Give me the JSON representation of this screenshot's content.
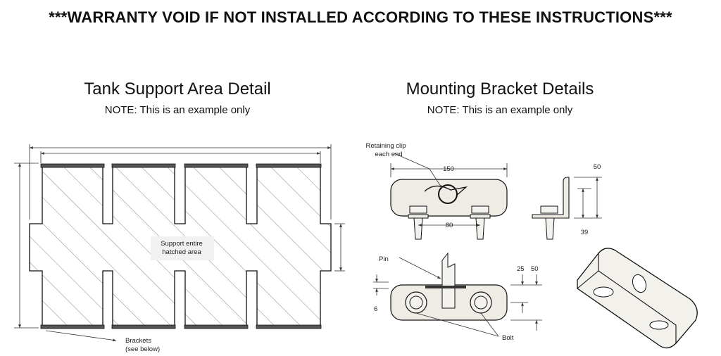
{
  "warning": "***WARRANTY VOID IF NOT INSTALLED ACCORDING TO THESE INSTRUCTIONS***",
  "left": {
    "heading": "Tank Support Area Detail",
    "note": "NOTE: This is an example only",
    "support_label_line1": "Support entire",
    "support_label_line2": "hatched area",
    "brackets_label_line1": "Brackets",
    "brackets_label_line2": "(see below)"
  },
  "right": {
    "heading": "Mounting Bracket Details",
    "note": "NOTE: This is an example only",
    "retaining_clip_line1": "Retaining clip",
    "retaining_clip_line2": "each end",
    "dim_150": "150",
    "dim_80": "80",
    "dim_50_top": "50",
    "dim_39": "39",
    "pin_label": "Pin",
    "dim_25": "25",
    "dim_50_bottom": "50",
    "dim_6": "6",
    "bolt_label": "Bolt"
  }
}
